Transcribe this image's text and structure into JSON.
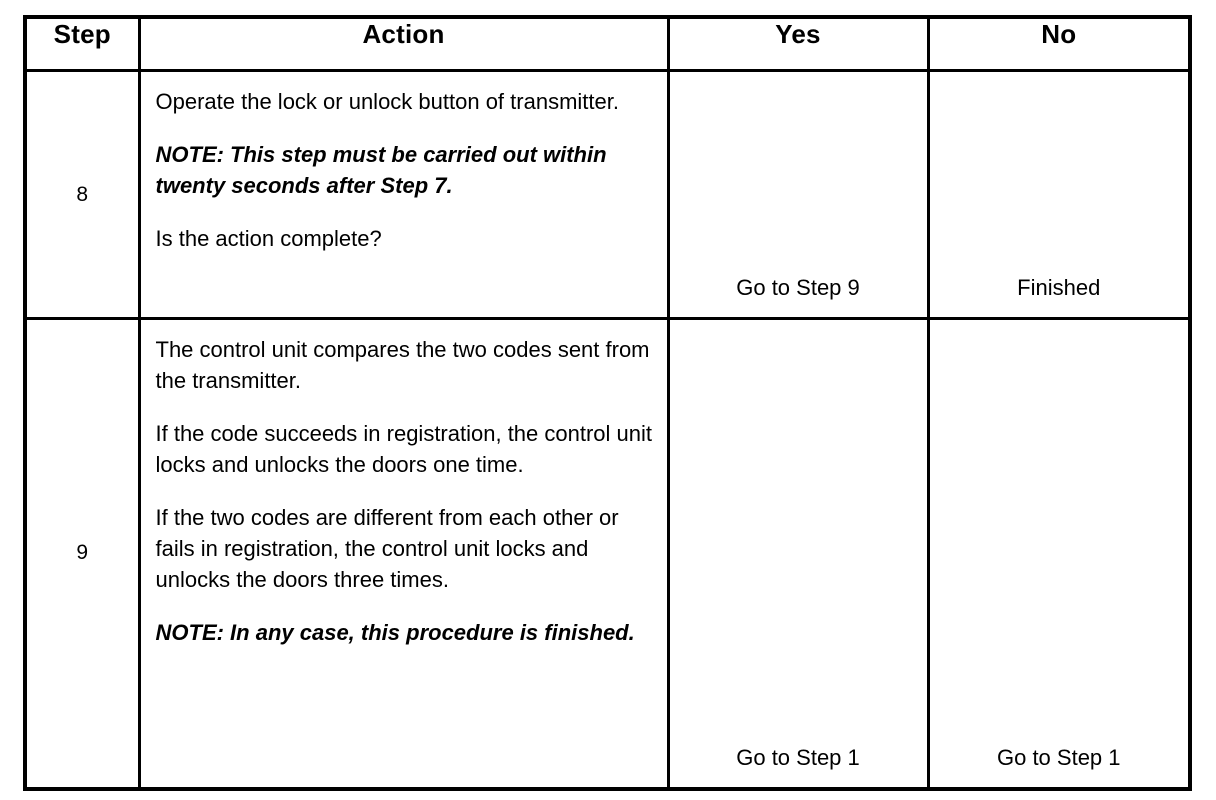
{
  "table": {
    "name": "diagnostic-flow-chart",
    "columns": [
      {
        "key": "step",
        "label": "Step"
      },
      {
        "key": "action",
        "label": "Action"
      },
      {
        "key": "yes",
        "label": "Yes"
      },
      {
        "key": "no",
        "label": "No"
      }
    ],
    "rows": [
      {
        "step": "8",
        "action_paragraphs": [
          {
            "text": "Operate the lock or unlock button of transmitter.",
            "style": "normal"
          },
          {
            "text": "NOTE: This step must be carried out within twenty seconds after Step 7.",
            "style": "note"
          },
          {
            "text": "Is the action complete?",
            "style": "normal"
          }
        ],
        "yes": "Go to Step 9",
        "no": "Finished"
      },
      {
        "step": "9",
        "action_paragraphs": [
          {
            "text": "The control unit compares the two codes sent from the transmitter.",
            "style": "normal"
          },
          {
            "text": "If the code succeeds in registration, the control unit locks and unlocks the doors one time.",
            "style": "normal"
          },
          {
            "text": "If the two codes are different from each other or fails in registration, the control unit locks and unlocks the doors three times.",
            "style": "normal"
          },
          {
            "text": "NOTE: In any case, this procedure is finished.",
            "style": "note"
          }
        ],
        "yes": "Go to Step 1",
        "no": "Go to Step 1"
      }
    ]
  },
  "colors": {
    "border": "#000000",
    "text": "#000000",
    "background": "#ffffff"
  }
}
